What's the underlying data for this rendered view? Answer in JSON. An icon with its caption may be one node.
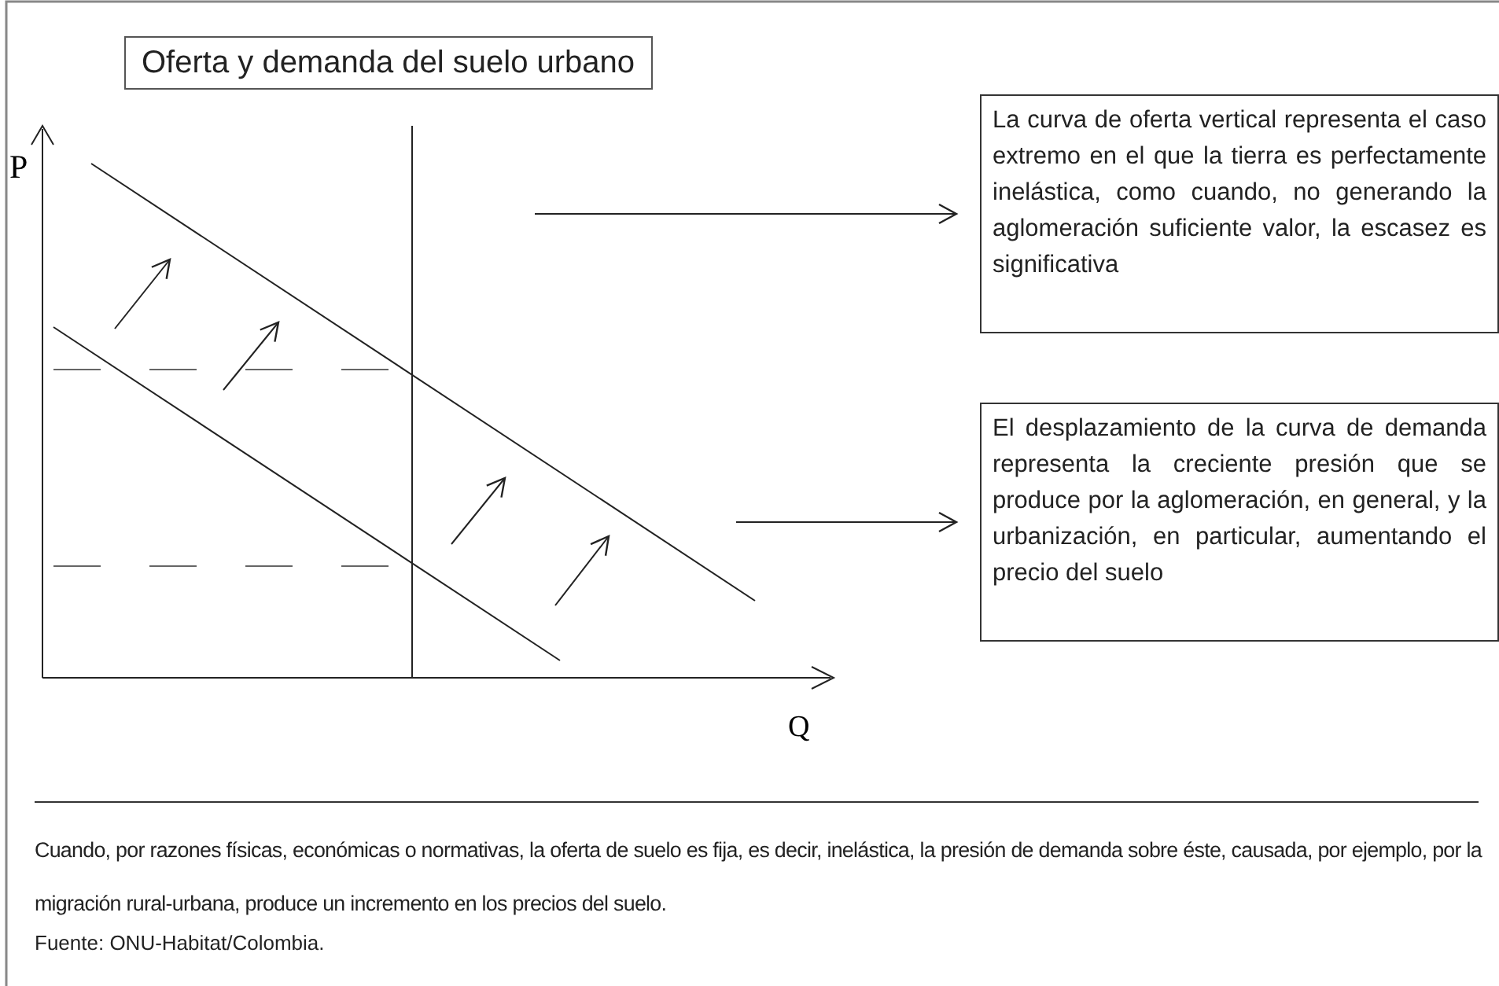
{
  "diagram": {
    "title": "Oferta y demanda del suelo urbano",
    "caption": "Cuando, por razones físicas, económicas o normativas, la oferta de suelo es fija, es decir, inelástica, la presión de demanda sobre éste, causada, por ejemplo, por la migración rural-urbana, produce un incremento en los precios del suelo.",
    "nodes": [
      {
        "text": [
          "La curva de oferta vertical representa el caso extremo en el que la tierra es perfectamente inelástica, como cuando, no generando la aglomeración suficiente valor, la escasez es significativa"
        ]
      },
      {
        "text": [
          "El desplazamiento de la curva de demanda representa la creciente presión que se produce por la aglomeración, en general, y la urbanización, en particular, aumentando el precio del suelo"
        ]
      }
    ],
    "edges": [
      {
        "from": null,
        "to": 0,
        "arrow": "to"
      },
      {
        "from": null,
        "to": 1,
        "arrow": "to"
      }
    ],
    "labels": [
      "P",
      "Q",
      "Fuente: ONU-Habitat/Colombia."
    ]
  }
}
